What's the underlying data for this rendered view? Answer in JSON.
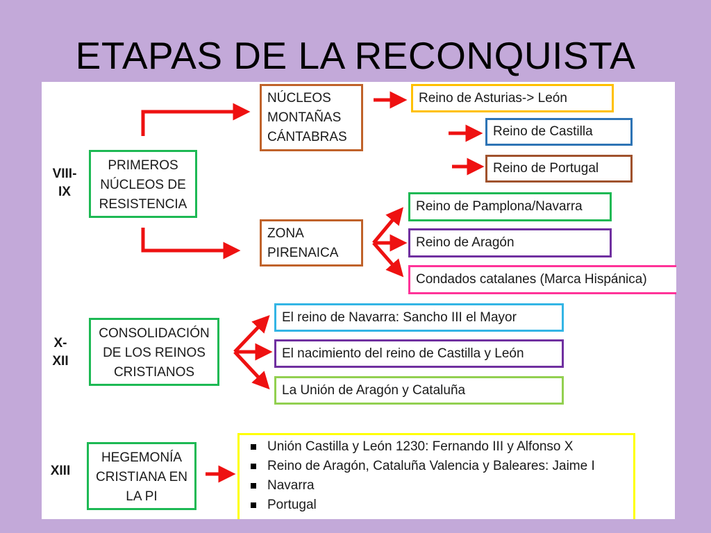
{
  "title": "ETAPAS DE LA RECONQUISTA",
  "colors": {
    "background": "#c3a9d9",
    "arrow": "#ee1111",
    "green": "#1db954",
    "brown": "#c0622a",
    "orange": "#ffc000",
    "blue": "#2e74b5",
    "darkbrown": "#a0522d",
    "purple": "#7030a0",
    "pink": "#ff3399",
    "cyan": "#33b5e5",
    "lightgreen": "#92d050",
    "yellow": "#ffff00"
  },
  "eras": {
    "era1": [
      "VIII-",
      "IX"
    ],
    "era2": [
      "X-",
      "XII"
    ],
    "era3": [
      "XIII"
    ]
  },
  "stages": {
    "primeros": [
      "PRIMEROS",
      "NÚCLEOS DE",
      "RESISTENCIA"
    ],
    "consolidacion": [
      "CONSOLIDACIÓN",
      "DE LOS REINOS",
      "CRISTIANOS"
    ],
    "hegemonia": [
      "HEGEMONÍA",
      "CRISTIANA EN",
      "LA PI"
    ]
  },
  "zones": {
    "nucleos": [
      "NÚCLEOS",
      "MONTAÑAS",
      "CÁNTABRAS"
    ],
    "pirenaica": [
      "ZONA",
      "PIRENAICA"
    ]
  },
  "kingdoms": {
    "asturias": "Reino de Asturias-> León",
    "castilla": "Reino de Castilla",
    "portugal": "Reino de Portugal",
    "pamplona": "Reino de Pamplona/Navarra",
    "aragon": "Reino de Aragón",
    "condados": "Condados catalanes (Marca Hispánica)"
  },
  "consolidation_items": {
    "navarra": "El reino de Navarra: Sancho III el Mayor",
    "castilla_leon": "El nacimiento del reino de Castilla y León",
    "aragon_cataluna": "La Unión de Aragón y Cataluña"
  },
  "hegemony_items": [
    "Unión Castilla y León 1230: Fernando III y Alfonso X",
    "Reino de Aragón, Cataluña Valencia y Baleares: Jaime I",
    "Navarra",
    "Portugal"
  ]
}
